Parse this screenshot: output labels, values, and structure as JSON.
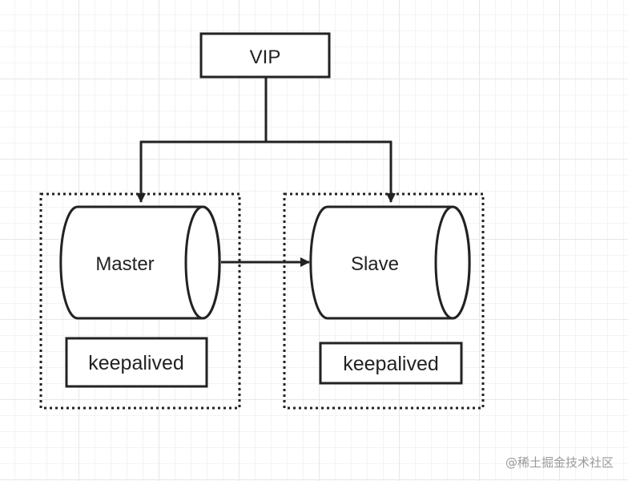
{
  "nodes": {
    "vip": "VIP",
    "master": "Master",
    "slave": "Slave",
    "master_keepalived": "keepalived",
    "slave_keepalived": "keepalived"
  },
  "watermark": "@稀土掘金技术社区",
  "colors": {
    "stroke": "#222222",
    "grid": "#e7e7e7"
  }
}
